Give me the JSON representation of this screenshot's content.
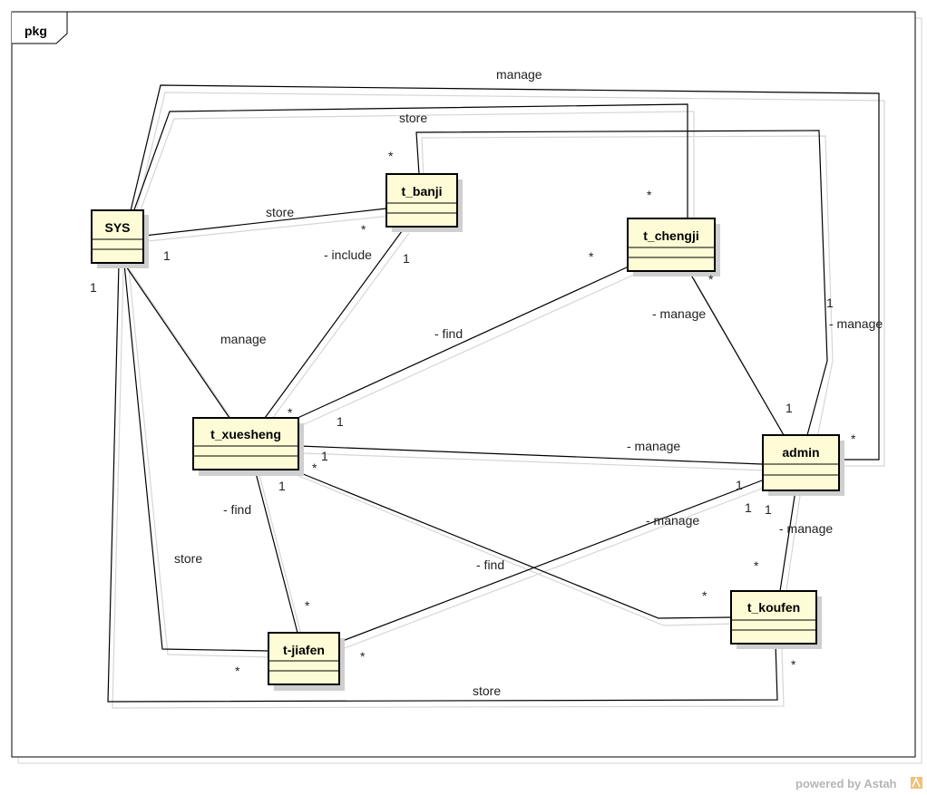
{
  "package": {
    "label": "pkg"
  },
  "classes": {
    "sys": "SYS",
    "t_banji": "t_banji",
    "t_chengji": "t_chengji",
    "t_xuesheng": "t_xuesheng",
    "admin": "admin",
    "t_jiafen": "t-jiafen",
    "t_koufen": "t_koufen"
  },
  "labels": {
    "manage_top": "manage",
    "store_top": "store",
    "store_sys_banji": "store",
    "include": "- include",
    "manage_sys_xuesheng": "manage",
    "find_xuesheng_chengji": "- find",
    "manage_chengji_admin": "- manage",
    "manage_right": "- manage",
    "manage_xuesheng_admin": "- manage",
    "find_xuesheng_jiafen": "- find",
    "store_sys_jiafen": "store",
    "find_xuesheng_koufen": "- find",
    "manage_admin_jiafen": "- manage",
    "manage_admin_koufen": "- manage",
    "store_bottom": "store"
  },
  "multiplicities": {
    "star": "*",
    "one": "1"
  },
  "watermark": {
    "text": "powered by Astah",
    "icon": "astah-logo-icon"
  },
  "colors": {
    "class_fill": "#fefcd6",
    "class_border": "#000000",
    "shadow": "#cfcfcf",
    "line": "#000000",
    "line_shadow": "#d6d6d6",
    "frame": "#000000"
  }
}
